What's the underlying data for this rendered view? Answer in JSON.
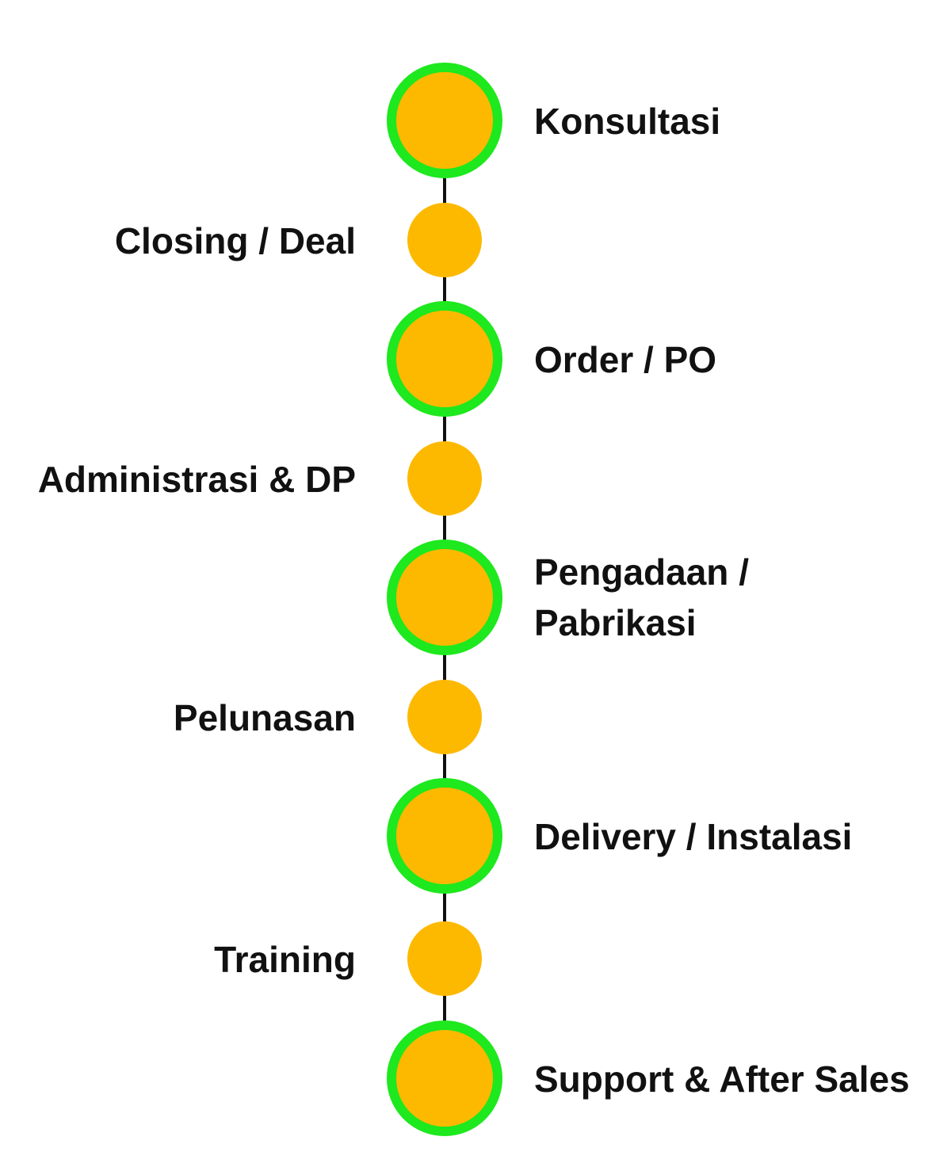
{
  "diagram": {
    "type": "vertical-timeline",
    "colors": {
      "node_fill": "#fdb900",
      "major_ring": "#1ee81e",
      "connector": "#111111",
      "text": "#111111"
    },
    "steps": [
      {
        "label": "Konsultasi",
        "kind": "major",
        "side": "right"
      },
      {
        "label": "Closing / Deal",
        "kind": "minor",
        "side": "left"
      },
      {
        "label": "Order / PO",
        "kind": "major",
        "side": "right"
      },
      {
        "label": "Administrasi & DP",
        "kind": "minor",
        "side": "left"
      },
      {
        "label": "Pengadaan / Pabrikasi",
        "line1": "Pengadaan /",
        "line2": "Pabrikasi",
        "kind": "major",
        "side": "right"
      },
      {
        "label": "Pelunasan",
        "kind": "minor",
        "side": "left"
      },
      {
        "label": "Delivery / Instalasi",
        "kind": "major",
        "side": "right"
      },
      {
        "label": "Training",
        "kind": "minor",
        "side": "left"
      },
      {
        "label": "Support & After Sales",
        "kind": "major",
        "side": "right"
      }
    ]
  }
}
